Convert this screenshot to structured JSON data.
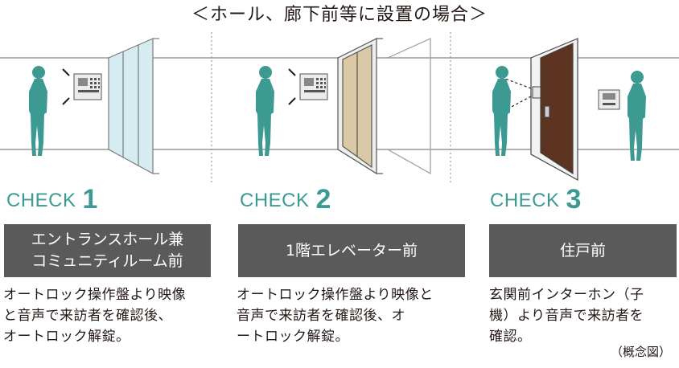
{
  "header": {
    "title": "＜ホール、廊下前等に設置の場合＞"
  },
  "panels": [
    {
      "check_word": "CHECK",
      "check_number": "1",
      "label_lines": [
        "エントランスホール兼",
        "コミュニティルーム前"
      ],
      "description_lines": [
        "オートロック操作盤より映像",
        "と音声で来訪者を確認後、",
        "オートロック解錠。"
      ]
    },
    {
      "check_word": "CHECK",
      "check_number": "2",
      "label_lines": [
        "1階エレベーター前"
      ],
      "description_lines": [
        "オートロック操作盤より映像と",
        "音声で来訪者を確認後、オ",
        "ートロック解錠。"
      ]
    },
    {
      "check_word": "CHECK",
      "check_number": "3",
      "label_lines": [
        "住戸前"
      ],
      "description_lines": [
        "玄関前インターホン（子",
        "機）より音声で来訪者を",
        "確認。"
      ]
    }
  ],
  "footnote": "（概念図）",
  "colors": {
    "accent_teal": "#3c9a92",
    "label_gray": "#5a5a5a",
    "glass_blue": "#d6ecf3",
    "elevator_beige": "#dbc9a6",
    "door_brown": "#5c3421",
    "line_gray": "#9a9a9a"
  }
}
